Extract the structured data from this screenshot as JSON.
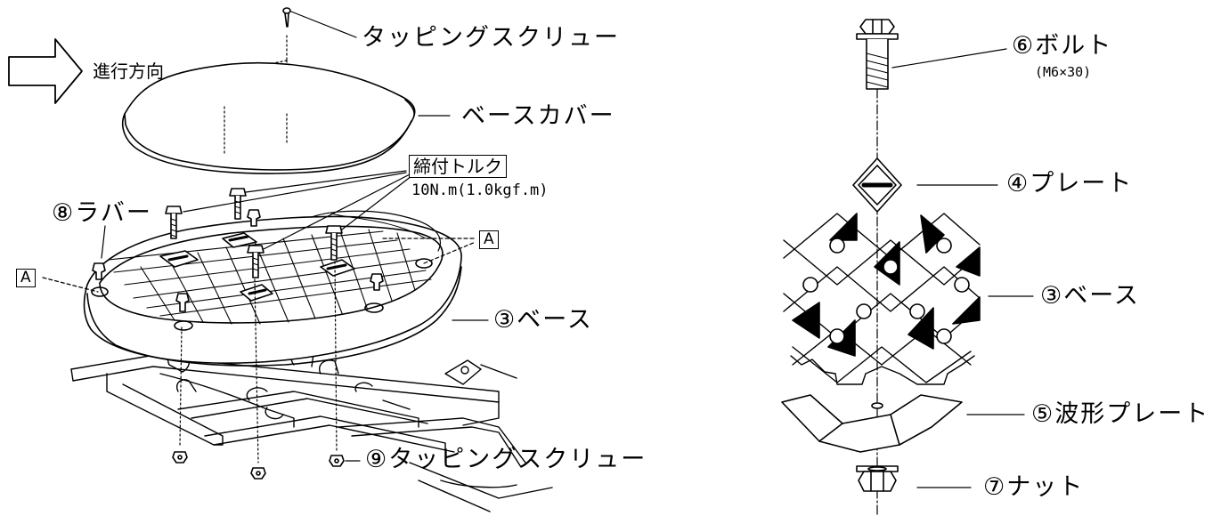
{
  "left_diagram": {
    "direction_label": "進行方向",
    "tapping_screw_top": "タッピングスクリュー",
    "base_cover": "ベースカバー",
    "torque_title": "締付トルク",
    "torque_value": "10N.m(1.0kgf.m)",
    "rubber": "⑧ラバー",
    "ref_a_left": "A",
    "ref_a_right": "A",
    "base": "③ベース",
    "tapping_screw_bottom": "⑨タッピングスクリュー"
  },
  "right_diagram": {
    "bolt": "⑥ボルト",
    "bolt_spec": "(M6×30)",
    "plate": "④プレート",
    "base": "③ベース",
    "wave_plate": "⑤波形プレート",
    "nut": "⑦ナット"
  }
}
